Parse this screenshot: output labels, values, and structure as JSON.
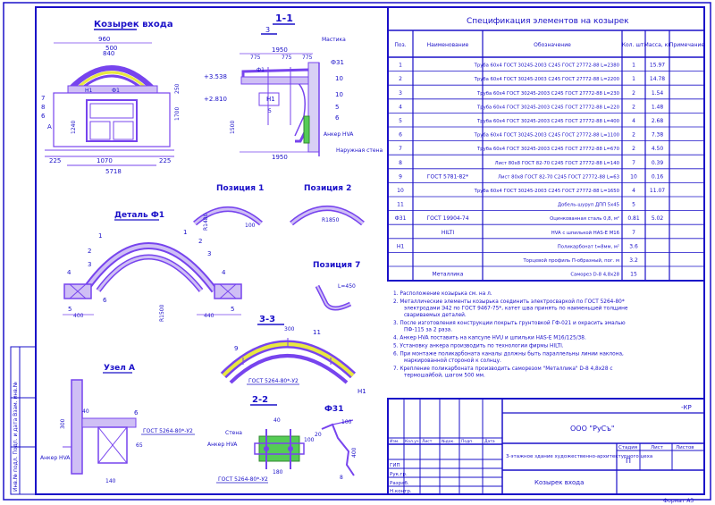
{
  "drawing": {
    "views": {
      "front": {
        "title": "Козырек входа",
        "labels": [
          "960",
          "840",
          "500",
          "A",
          "7",
          "8",
          "6",
          "H1",
          "Ф1",
          "А",
          "225",
          "5718",
          "1070",
          "225",
          "1700",
          "1240",
          "250"
        ]
      },
      "section11": {
        "title": "1-1",
        "mark": "3",
        "labels": [
          "1950",
          "775",
          "775",
          "Ф1",
          "Ф31",
          "+3.538",
          "+2.810",
          "H1",
          "1500",
          "1950",
          "10",
          "5",
          "6",
          "10",
          "5",
          "775"
        ],
        "notes": [
          "Мастика",
          "Анкер HVA",
          "Наружная стена"
        ]
      },
      "pos1": {
        "title": "Позиция 1",
        "labels": [
          "R1480",
          "100"
        ]
      },
      "pos2": {
        "title": "Позиция 2",
        "labels": [
          "R1850"
        ]
      },
      "detail": {
        "title": "Деталь Ф1",
        "labels": [
          "1",
          "2",
          "3",
          "4",
          "5",
          "6",
          "4",
          "3",
          "2",
          "1",
          "5",
          "400",
          "440",
          "R1500"
        ]
      },
      "pos7": {
        "title": "Позиция 7",
        "labels": [
          "L=450"
        ]
      },
      "sec33": {
        "title": "3-3",
        "labels": [
          "300",
          "11",
          "9",
          "H1",
          "ГОСТ 5264-80*-У2"
        ]
      },
      "nodeA": {
        "title": "Узел А",
        "labels": [
          "40",
          "300",
          "140",
          "65",
          "6",
          "Анкер HVA",
          "ГОСТ 5264-80*-У2"
        ]
      },
      "sec22": {
        "title": "2-2",
        "labels": [
          "40",
          "Стена",
          "Анкер HVA",
          "ГОСТ 5264-80*-У2",
          "100",
          "180"
        ]
      },
      "f31": {
        "title": "Ф31",
        "labels": [
          "100",
          "400",
          "20",
          "8"
        ]
      }
    },
    "spec": {
      "title": "Спецификация элементов на козырек",
      "headers": [
        "Поз.",
        "Наименование",
        "Обозначение",
        "Кол. шт.",
        "Масса, кг",
        "Примечание"
      ],
      "rows": [
        [
          "1",
          "",
          "Труба 60х4 ГОСТ 30245-2003 С245 ГОСТ 27772-88  L=2380",
          "1",
          "15.97",
          ""
        ],
        [
          "2",
          "",
          "Труба 60х4 ГОСТ 30245-2003 С245 ГОСТ 27772-88  L=2200",
          "1",
          "14.78",
          ""
        ],
        [
          "3",
          "",
          "Труба 60х4 ГОСТ 30245-2003 С245 ГОСТ 27772-88  L=230",
          "2",
          "1.54",
          ""
        ],
        [
          "4",
          "",
          "Труба 60х4 ГОСТ 30245-2003 С245 ГОСТ 27772-88  L=220",
          "2",
          "1.48",
          ""
        ],
        [
          "5",
          "",
          "Труба 60х4 ГОСТ 30245-2003 С245 ГОСТ 27772-88  L=400",
          "4",
          "2.68",
          ""
        ],
        [
          "6",
          "",
          "Труба 60х4 ГОСТ 30245-2003 С245 ГОСТ 27772-88  L=1100",
          "2",
          "7.38",
          ""
        ],
        [
          "7",
          "",
          "Труба 60х4 ГОСТ 30245-2003 С245 ГОСТ 27772-88  L=670",
          "2",
          "4.50",
          ""
        ],
        [
          "8",
          "",
          "Лист 80х8 ГОСТ 82-70 С245 ГОСТ 27772-88  L=140",
          "7",
          "0.39",
          ""
        ],
        [
          "9",
          "ГОСТ 5781-82*",
          "Лист 80х8 ГОСТ 82-70 С245 ГОСТ 27772-88  L=63",
          "10",
          "0.16",
          ""
        ],
        [
          "10",
          "",
          "Труба 60х4 ГОСТ 30245-2003 С245 ГОСТ 27772-88  L=1650",
          "4",
          "11.07",
          ""
        ],
        [
          "11",
          "",
          "Добель-шуруп ДПП 5х45",
          "5",
          "",
          ""
        ],
        [
          "Ф31",
          "ГОСТ 19904-74",
          "Оцинкованная сталь 0,8, м²",
          "0.81",
          "5.02",
          ""
        ],
        [
          "",
          "HILTI",
          "HVA с шпилькой HAS-E M16",
          "7",
          "",
          ""
        ],
        [
          "H1",
          "",
          "Поликарбонат  t=8мм, м²",
          "3.6",
          "",
          ""
        ],
        [
          "",
          "",
          "Торцевой профиль П-образный, пог. м",
          "3.2",
          "",
          ""
        ],
        [
          "",
          "Металлика",
          "Саморез D-8 4,8х28",
          "15",
          "",
          ""
        ]
      ]
    },
    "notes": [
      "1. Расположение козырька см. на л.",
      "2. Металлические элементы козырька соединить электросваркой по ГОСТ 5264-80* электродами Э42 по ГОСТ 9467-75*, катет шва принять по наименьшей толщине свариваемых деталей.",
      "3. После изготовления конструкции покрыть грунтовкой ГФ-021 и окрасить эмалью ПФ-115 за 2 раза.",
      "4. Анкер HVA поставить на капсуле HVU и шпильки HAS-E M16/125/38.",
      "5. Установку анкера производить по технологии фирмы HILTI.",
      "6. При монтаже поликарбоната каналы должны быть параллельны линии наклона, маркированной стороной к солнцу.",
      "7. Крепление поликарбоната производить саморезом \"Металлика\" D-8 4,8х28 с термошайбой, шагом 500 мм."
    ],
    "stamp": {
      "code": "-КР",
      "company": "ООО \"РуСъ\"",
      "project": "3-этажное здание художественно-архитектурного цеха",
      "sheetTitle": "Козырек входа",
      "stage": "П",
      "colHeaders": [
        "Стадия",
        "Лист",
        "Листов"
      ],
      "signRoles": [
        "ГИП",
        "Рук.гр.",
        "Разраб.",
        "Н.контр."
      ],
      "revHeaders": [
        "Изм.",
        "Кол.уч",
        "Лист",
        "№док.",
        "Подп.",
        "Дата"
      ],
      "format": "Формат А3",
      "leftStrip": "Инв.№ подл.   Подп. и дата   Взам. инв.№"
    }
  }
}
